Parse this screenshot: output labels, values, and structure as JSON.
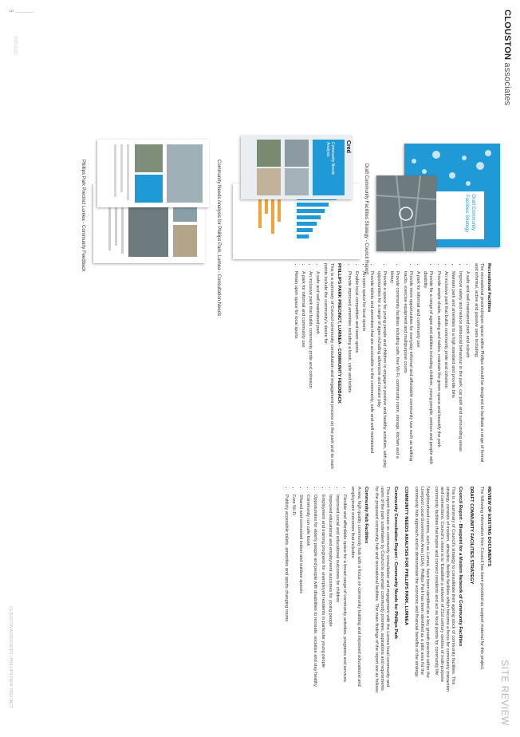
{
  "brand": {
    "name": "CLOUSTON",
    "suffix": "associates"
  },
  "section_title": "SITE REVIEW",
  "page_number": "5",
  "footer_text": "CLOUSTON ASSOCIATES | PHILLIPS PARK PRECINCT",
  "date_mark": "2020-2021",
  "left": {
    "heading": "REVIEW OF EXISTING DOCUMENTS",
    "intro": "The following information from Council has been provided as support material for this project.",
    "strategy_heading": "DRAFT COMMUNITY FACILITIES STRATEGY",
    "strategy_sub": "Council Report - Blueprint for a Modern Network of Community Facilities",
    "strategy_text": "This is a summary of Council's strategy to consolidate their ageing stock of community facilities. This strategy consists of modern, attractive, flexible facilities which become a focus for community interaction and connections. Council's vision is to 'Establish a network of 21st century centres of multi-purpose community facilities that inspire and connect residents and act as focal points for community life'.",
    "needs_heading": "COMMUNITY NEEDS ANALYSIS FOR PHILLIPS PARK, LURNEA",
    "needs_sub": "Community Consultation Report - Community Needs for Phillips Park",
    "needs_text": "Neighbourhood centres, such as Lurnea, have been identified as a key growth precinct within the Liverpool Local Government Area (LGA). Phillips Park has been identified as a pilot area for the community hub approach and to demonstrate the economic and financial benefits of the strategy.",
    "needs_text2": "This report focuses on community consultation and engagement with the Lurnea local community and users of the park undertaken by Council to ascertain community priorities, aspirations and requirements for the proposed community hub and recreational facilities. The main findings of the report are as follows:",
    "hub_heading": "Community Hub Facilities",
    "hub_intro": "A new, high quality community hub with a focus on community building and improved educational and employment outcomes that includes:",
    "hub_items": [
      "Flexible and affordable space for a broad range of community activities, programs and services",
      "Improved social and educational outcomes for children",
      "Improved educational and employment outcomes for young people",
      "Employment and training programs for unemployed residents in particular young people",
      "Opportunities for elderly people and people with disabilities to recreate, socialise and stay healthy",
      "Community run cafe kiosk",
      "Shared and connected indoor and outdoor spaces",
      "Free Wi-Fi",
      "Publicly accessible toilets, amenities and sports changing rooms"
    ]
  },
  "mid": {
    "rec_heading": "Recreational Facilities",
    "rec_intro": "The recreational precinct/open space within Phillips should be designed to facilitate a range of formal and informal, active and passive uses including:",
    "rec_items": [
      "A safe and well maintained park and suburb",
      "Improve safety and reduce antisocial behaviour in the park, car park and surrounding areas",
      "Maintain park and amenities to a high standard and provide bins",
      "An inclusive park that builds community pride and cohesion",
      "Provide ample shade, seating and tables, maintain the green space and beautify the park",
      "Provide for a range of ages and abilities including children, young people, seniors and people with disability",
      "A park for informal and community use",
      "Provide more opportunities for everyday informal and affordable community use such as walking tracks, exercise equipment and multipurpose courts",
      "Provide community facilities including cafe, free Wi-Fi, community room, storage, kitchen and a library",
      "Provide a space for young people and children to engage in positive and healthy activities, with play opportunities for a range of ages including adventure and nature play",
      "Provide toilets and amenities that are accessible to the community, safe and well maintained",
      "An open space for local sports",
      "Enable local competition and team sports",
      "Provide improved amenities including a kiosk, cafe and toilets"
    ],
    "feedback_heading": "PHILLIPS PARK PRECINCT, LURNEA - COMMUNITY FEEDBACK",
    "feedback_text": "This is a summary of Council community consultation and engagement process on the park and its main points include the community's desire for:",
    "feedback_items": [
      "A safe and well maintained park",
      "An inclusive park that builds community pride and cohesion",
      "A park for informal and community use",
      "Retain open space for local sports"
    ]
  },
  "images": {
    "cap1": "Draft Community Facilities Strategy - Council Report",
    "cap2": "Community Needs Analysis for Phillips Park, Lurnea - Consultation Needs",
    "cap3": "Phillips Park Precinct Lurnea - Community Feedback",
    "doc1_title": "Draft Community Facilities Strategy",
    "doc2_title": "Community Needs Analysis",
    "doc2_label": "Cred"
  },
  "colors": {
    "accent": "#1f9ad6",
    "map": "#5b6a6f",
    "orange": "#f2a33a"
  }
}
